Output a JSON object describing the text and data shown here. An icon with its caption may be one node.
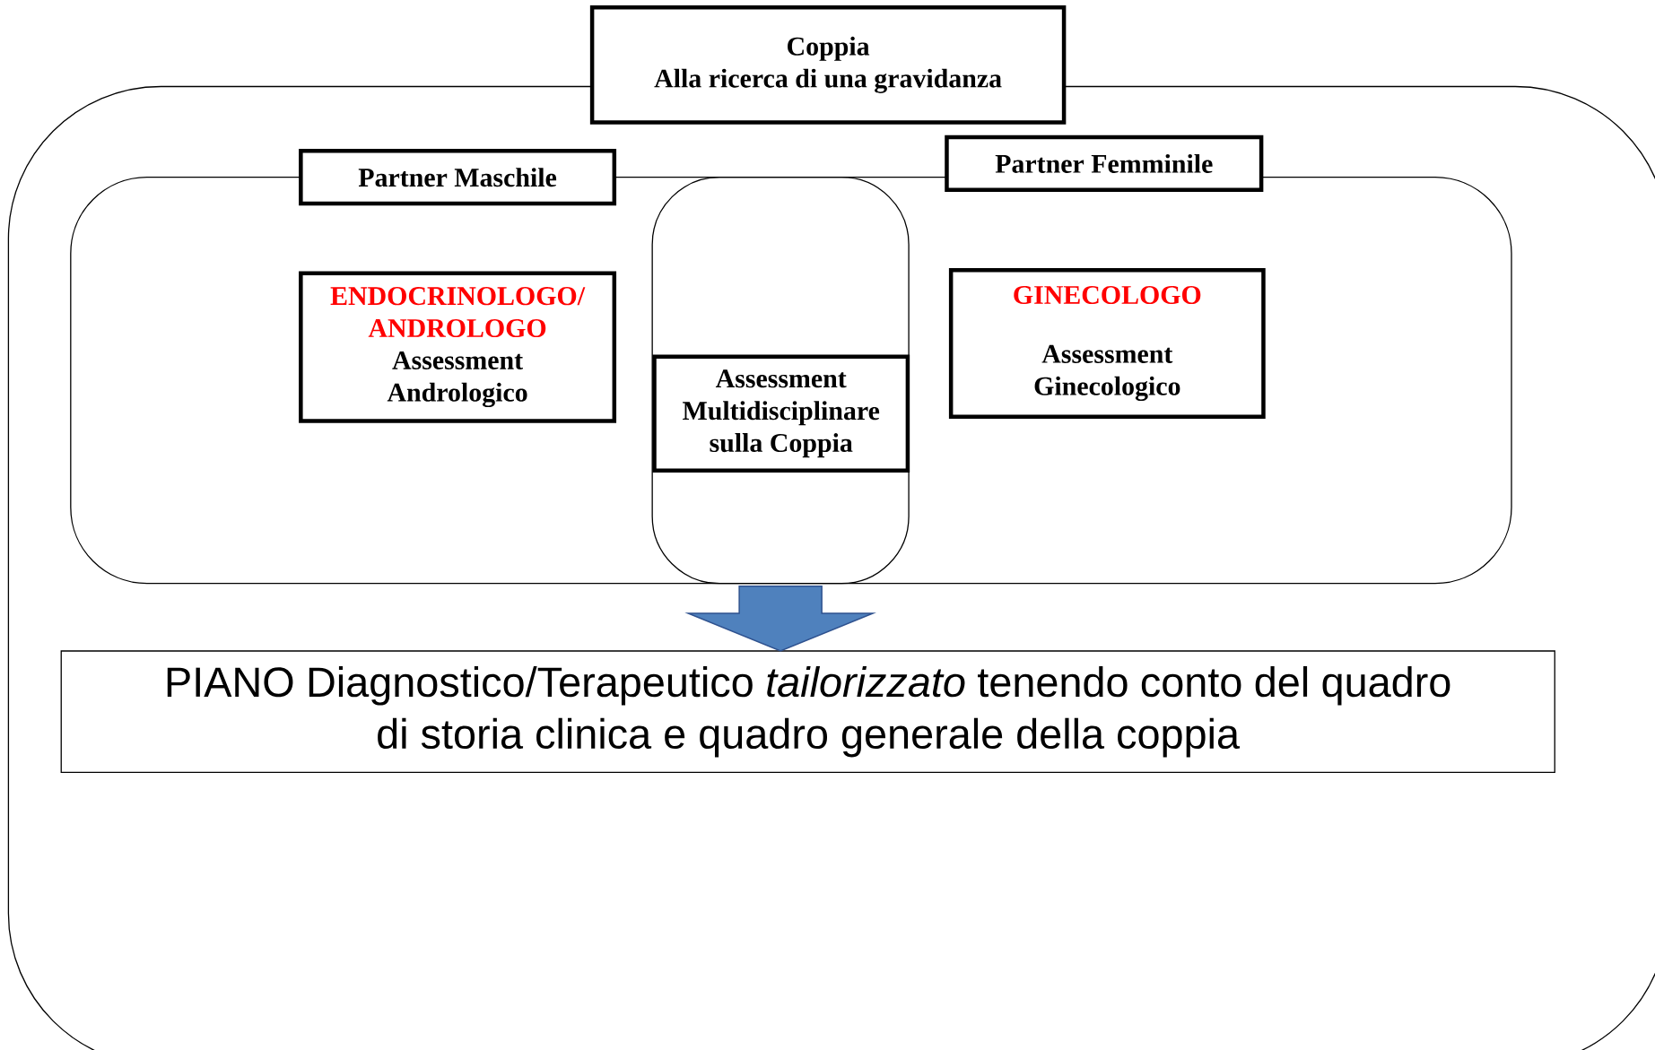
{
  "diagram": {
    "nodes": [
      {
        "text": [],
        "shape": "box"
      },
      {
        "text": [
          "Coppia",
          "Alla ricerca di una gravidanza"
        ]
      },
      {
        "text": [],
        "shape": "box",
        "in": 0
      },
      {
        "text": [
          "Partner Maschile"
        ],
        "in": 0
      },
      {
        "text": [
          "Partner Femminile"
        ],
        "in": 0
      },
      {
        "text": [
          "ENDOCRINOLOGO/ ANDROLOGO",
          "Assessment Andrologico"
        ],
        "in": 2
      },
      {
        "text": [],
        "shape": "box",
        "in": 2
      },
      {
        "text": [
          "Assessment Multidisciplinare sulla Coppia"
        ],
        "in": 6
      },
      {
        "text": [
          "GINECOLOGO",
          "Assessment Ginecologico"
        ],
        "in": 2
      },
      {
        "text": [
          "PIANO Diagnostico/Terapeutico *tailorizzato* tenendo conto del quadro di storia clinica e quadro generale della coppia"
        ],
        "in": 0
      }
    ],
    "edges": [
      {
        "from": 6,
        "to": 9,
        "arrow": "to",
        "style": "thick"
      }
    ]
  }
}
